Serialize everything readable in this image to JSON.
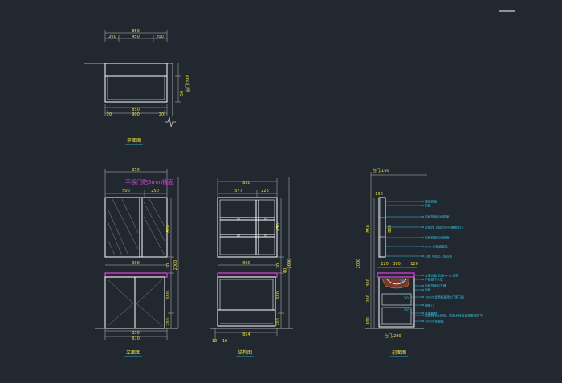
{
  "plan_view": {
    "title": "平面图",
    "top_dims": [
      "850",
      "200",
      "450",
      "200"
    ],
    "bottom_dims": [
      "850",
      "20",
      "900",
      "20"
    ],
    "side_label": "台门/280",
    "side_dim": "50"
  },
  "front_view": {
    "title": "立面图",
    "overlay_note": "平板门贴5mm镜面",
    "top_dims": [
      "850",
      "500",
      "250"
    ],
    "mid_dim": "900",
    "bottom_dims": [
      "850",
      "870"
    ],
    "right_dims": [
      "800",
      "2000",
      "30",
      "680",
      "200"
    ]
  },
  "structure_view": {
    "title": "结构图",
    "top_dims": [
      "830",
      "577",
      "226"
    ],
    "mid_dim": "900",
    "bottom_dims": [
      "854",
      "18",
      "16"
    ],
    "right_dims": [
      "850",
      "40",
      "2000",
      "30",
      "680",
      "200"
    ]
  },
  "section_view": {
    "title": "剖面图",
    "top_label": "台门/150",
    "bottom_label": "台门/280",
    "dims": [
      "130",
      "120",
      "380",
      "120",
      "2000",
      "850",
      "800",
      "300",
      "200",
      "300"
    ],
    "inner_labels": [
      "50",
      "50",
      "20"
    ],
    "annotations": [
      "镜面饰面",
      "铝框",
      "铝框饰面板材贴面",
      "台面饰门面层5mm镜面饰门",
      "铝框饰面板材贴面",
      "5mm灰镜面板贴",
      "门框下收边，包边带",
      "台面台盆 台面+PVC饰条",
      "不锈钢下水管",
      "铝框饰面板支撑",
      "铝框",
      "18mm优质板面层5门饰门面",
      "抽屉门",
      "饰面板材",
      "铝面防水处理处，防腐木饰面板踢脚线饰平",
      "30mm饰面板"
    ]
  }
}
